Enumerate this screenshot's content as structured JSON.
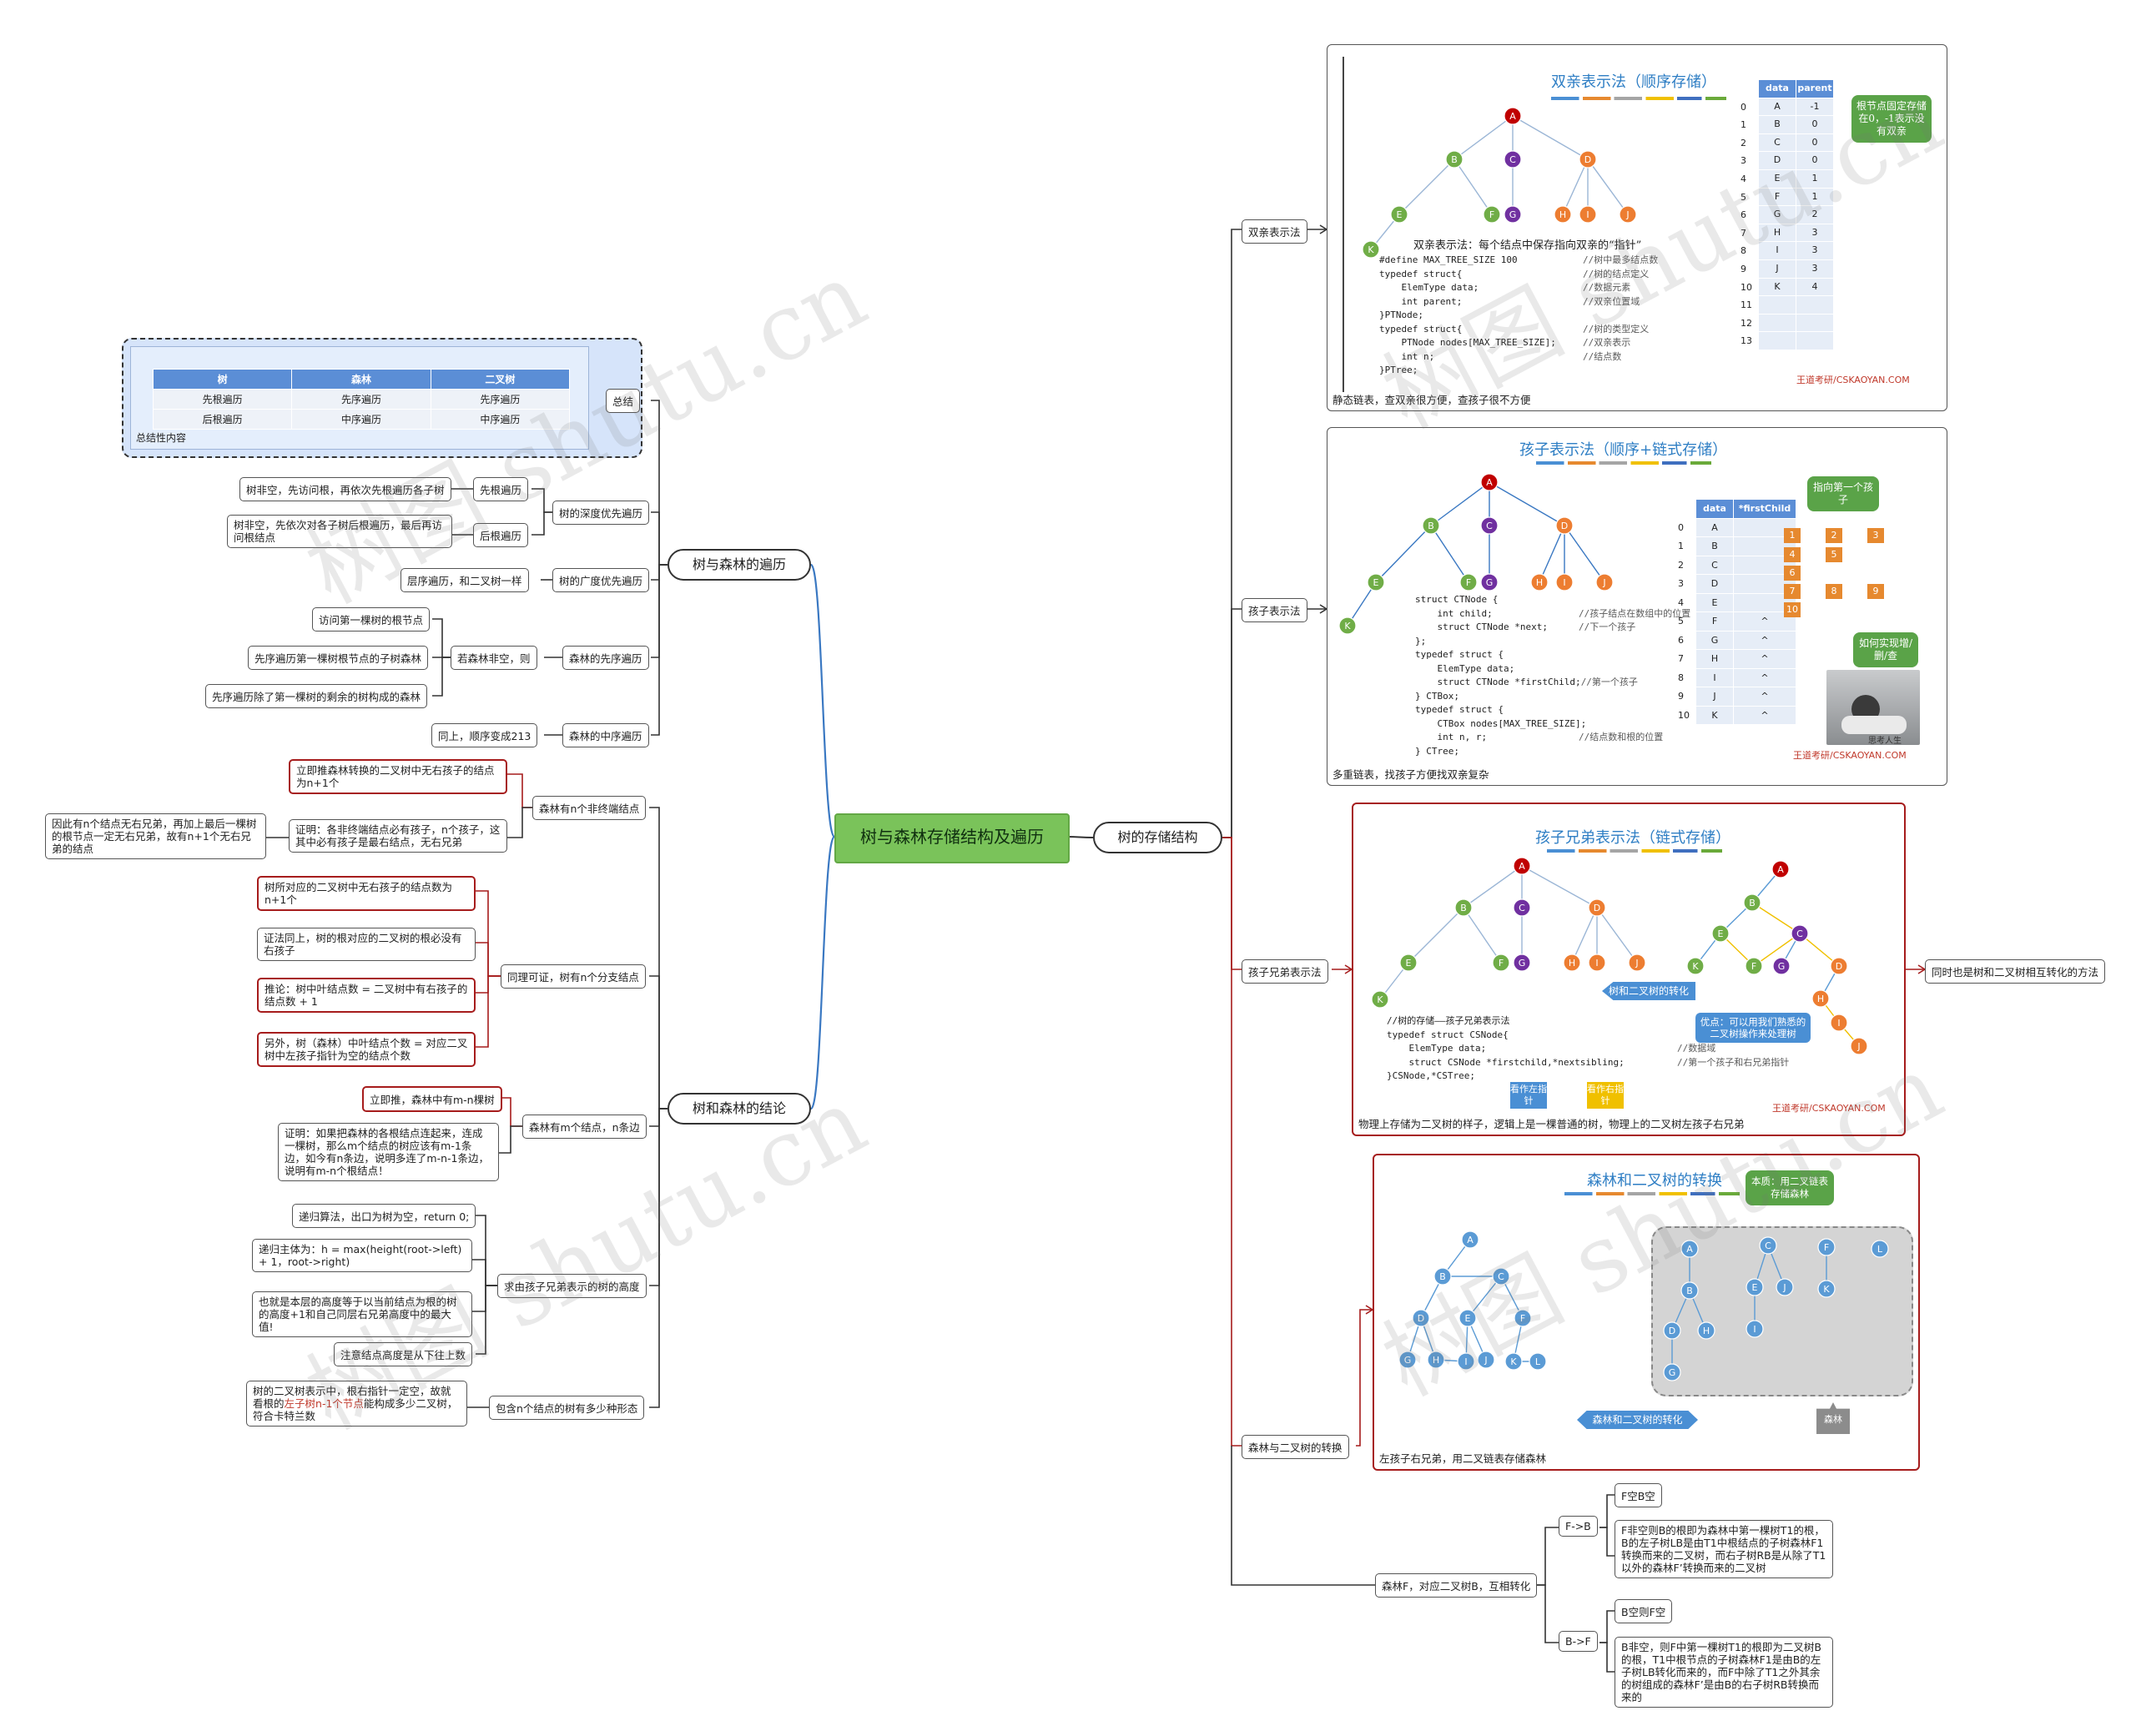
{
  "root": "树与森林存储结构及遍历",
  "storage": {
    "label": "树的存储结构",
    "parent_repr": {
      "label": "双亲表示法",
      "title": "双亲表示法（顺序存储）",
      "desc": "双亲表示法：每个结点中保存指向双亲的“指针”",
      "code": [
        [
          "#define MAX_TREE_SIZE 100",
          "//树中最多结点数"
        ],
        [
          "typedef struct{",
          "//树的结点定义"
        ],
        [
          "    ElemType data;",
          "//数据元素"
        ],
        [
          "    int parent;",
          "//双亲位置域"
        ],
        [
          "}PTNode;",
          ""
        ],
        [
          "typedef struct{",
          "//树的类型定义"
        ],
        [
          "    PTNode nodes[MAX_TREE_SIZE];",
          "//双亲表示"
        ],
        [
          "    int n;",
          "//结点数"
        ],
        [
          "}PTree;",
          ""
        ]
      ],
      "table_headers": [
        "data",
        "parent"
      ],
      "rows": [
        [
          "A",
          "-1"
        ],
        [
          "B",
          "0"
        ],
        [
          "C",
          "0"
        ],
        [
          "D",
          "0"
        ],
        [
          "E",
          "1"
        ],
        [
          "F",
          "1"
        ],
        [
          "G",
          "2"
        ],
        [
          "H",
          "3"
        ],
        [
          "I",
          "3"
        ],
        [
          "J",
          "3"
        ],
        [
          "K",
          "4"
        ],
        [
          "",
          ""
        ],
        [
          "",
          ""
        ],
        [
          "",
          ""
        ]
      ],
      "bubble": "根节点固定存储在0，-1表示没有双亲",
      "brand": "王道考研/CSKAOYAN.COM",
      "caption": "静态链表，查双亲很方便，查孩子很不方便"
    },
    "child_repr": {
      "label": "孩子表示法",
      "title": "孩子表示法（顺序+链式存储）",
      "code": [
        [
          "struct CTNode {",
          ""
        ],
        [
          "    int child;",
          "//孩子结点在数组中的位置"
        ],
        [
          "    struct CTNode *next;",
          "//下一个孩子"
        ],
        [
          "};",
          ""
        ],
        [
          "typedef struct {",
          ""
        ],
        [
          "    ElemType data;",
          ""
        ],
        [
          "    struct CTNode *firstChild;",
          "//第一个孩子"
        ],
        [
          "} CTBox;",
          ""
        ],
        [
          "typedef struct {",
          ""
        ],
        [
          "    CTBox nodes[MAX_TREE_SIZE];",
          ""
        ],
        [
          "    int n, r;",
          "//结点数和根的位置"
        ],
        [
          "} CTree;",
          ""
        ]
      ],
      "table_headers": [
        "data",
        "*firstChild"
      ],
      "rows": [
        [
          "A",
          ""
        ],
        [
          "B",
          ""
        ],
        [
          "C",
          ""
        ],
        [
          "D",
          ""
        ],
        [
          "E",
          ""
        ],
        [
          "F",
          "^"
        ],
        [
          "G",
          "^"
        ],
        [
          "H",
          "^"
        ],
        [
          "I",
          "^"
        ],
        [
          "J",
          "^"
        ],
        [
          "K",
          "^"
        ]
      ],
      "bubble1": "指向第一个孩子",
      "bubble2": "如何实现增/删/查",
      "chains": [
        [
          "1",
          "2",
          "3"
        ],
        [
          "4",
          "5"
        ],
        [
          "6"
        ],
        [
          "7",
          "8",
          "9"
        ],
        [
          "10"
        ]
      ],
      "photo_caption": "思考人生",
      "brand": "王道考研/CSKAOYAN.COM",
      "caption": "多重链表，找孩子方便找双亲复杂"
    },
    "sibling_repr": {
      "label": "孩子兄弟表示法",
      "title": "孩子兄弟表示法（链式存储）",
      "arrow": "树和二叉树的转化",
      "bubble": "优点：可以用我们熟悉的二叉树操作来处理树",
      "code": [
        [
          "//树的存储——孩子兄弟表示法",
          ""
        ],
        [
          "typedef struct CSNode{",
          ""
        ],
        [
          "    ElemType data;",
          "//数据域"
        ],
        [
          "    struct CSNode *firstchild,*nextsibling;",
          "//第一个孩子和右兄弟指针"
        ],
        [
          "}CSNode,*CSTree;",
          ""
        ]
      ],
      "tag_left": "看作左指针",
      "tag_right": "看作右指针",
      "brand": "王道考研/CSKAOYAN.COM",
      "caption": "物理上存储为二叉树的样子，逻辑上是一棵普通的树，物理上的二叉树左孩子右兄弟",
      "note": "同时也是树和二叉树相互转化的方法"
    },
    "forest_convert": {
      "label": "森林与二叉树的转换",
      "title": "森林和二叉树的转换",
      "bubble": "本质：用二叉链表存储森林",
      "arrow": "森林和二叉树的转化",
      "forest_tag": "森林",
      "caption": "左孩子右兄弟，用二叉链表存储森林"
    },
    "forest_binary": {
      "label": "森林F，对应二叉树B，互相转化",
      "f2b": {
        "label": "F->B",
        "items": [
          "F空B空",
          "F非空则B的根即为森林中第一棵树T1的根，B的左子树LB是由T1中根结点的子树森林F1转换而来的二叉树，而右子树RB是从除了T1以外的森林F’转换而来的二叉树"
        ]
      },
      "b2f": {
        "label": "B->F",
        "items": [
          "B空则F空",
          "B非空，则F中第一棵树T1的根即为二叉树B的根，T1中根节点的子树森林F1是由B的左子树LB转化而来的，而F中除了T1之外其余的树组成的森林F’是由B的右子树RB转换而来的"
        ]
      }
    }
  },
  "traversal": {
    "label": "树与森林的遍历",
    "summary_label": "总结",
    "summary_headers": [
      "树",
      "森林",
      "二叉树"
    ],
    "summary_rows": [
      [
        "先根遍历",
        "先序遍历",
        "先序遍历"
      ],
      [
        "后根遍历",
        "中序遍历",
        "中序遍历"
      ]
    ],
    "summary_caption": "总结性内容",
    "dfs_label": "树的深度优先遍历",
    "preorder_label": "先根遍历",
    "preorder_desc": "树非空，先访问根，再依次先根遍历各子树",
    "postorder_label": "后根遍历",
    "postorder_desc": "树非空，先依次对各子树后根遍历，最后再访问根结点",
    "bfs_label": "树的广度优先遍历",
    "bfs_desc": "层序遍历，和二叉树一样",
    "forest_pre_label": "森林的先序遍历",
    "forest_pre_cond": "若森林非空，则",
    "forest_pre_steps": [
      "访问第一棵树的根节点",
      "先序遍历第一棵树根节点的子树森林",
      "先序遍历除了第一棵树的剩余的树构成的森林"
    ],
    "forest_in_label": "森林的中序遍历",
    "forest_in_desc": "同上，顺序变成213"
  },
  "conclusions": {
    "label": "树和森林的结论",
    "c1": {
      "label": "森林有n个非终端结点",
      "result": "立即推森林转换的二叉树中无右孩子的结点为n+1个",
      "proof": "证明：各非终端结点必有孩子，n个孩子，这其中必有孩子是最右结点，无右兄弟",
      "extra": "因此有n个结点无右兄弟，再加上最后一棵树的根节点一定无右兄弟，故有n+1个无右兄弟的结点"
    },
    "c2": {
      "label": "同理可证，树有n个分支结点",
      "items": [
        "树所对应的二叉树中无右孩子的结点数为n+1个",
        "证法同上，树的根对应的二叉树的根必没有右孩子",
        "推论：树中叶结点数 = 二叉树中有右孩子的结点数 + 1",
        "另外，树（森林）中叶结点个数 = 对应二叉树中左孩子指针为空的结点个数"
      ],
      "red": [
        true,
        false,
        true,
        true
      ]
    },
    "c3": {
      "label": "森林有m个结点，n条边",
      "result": "立即推，森林中有m-n棵树",
      "proof": "证明：如果把森林的各根结点连起来，连成一棵树，那么m个结点的树应该有m-1条边，如今有n条边，说明多连了m-n-1条边，说明有m-n个根结点！"
    },
    "c4": {
      "label": "求由孩子兄弟表示的树的高度",
      "items": [
        "递归算法，出口为树为空，return 0;",
        "递归主体为：h = max(height(root->left) + 1，root->right)",
        "也就是本层的高度等于以当前结点为根的树的高度+1和自己同层右兄弟高度中的最大值!",
        "注意结点高度是从下往上数"
      ]
    },
    "c5": {
      "label": "包含n个结点的树有多少种形态",
      "pre": "树的二叉树表示中，根右指针一定空，故就看根的",
      "red": "左子树n-1个节点",
      "post": "能构成多少二叉树，符合卡特兰数"
    }
  },
  "watermark": "树图 shutu.cn",
  "colors": {
    "root_fill": "#7ac35a",
    "red_border": "#a61c1c",
    "blue_line": "#3a78c2",
    "red_line": "#a61c1c",
    "accent_blue": "#2e7ec4",
    "node_green": "#70ad47",
    "node_purple": "#7030a0",
    "node_orange": "#ed7d31",
    "node_red": "#c00000",
    "node_blue": "#5b9bd5"
  }
}
